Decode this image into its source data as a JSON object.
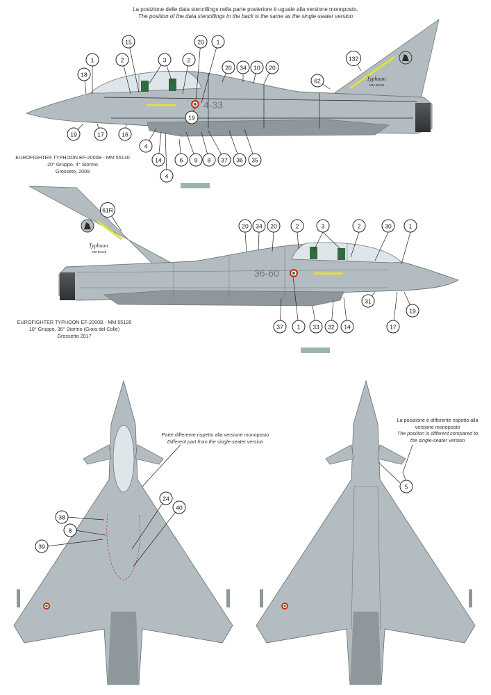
{
  "header": {
    "note_it": "La posizione delle data stencillings nella parte posteriore è uguale alla versione monoposto.",
    "note_en": "The position of the data stencillings in the back is the same as the single-seater version"
  },
  "aircraft1": {
    "caption_line1": "EUROFIGHTER TYPHOON EF-2000B - MM 55130",
    "caption_line2": "20° Gruppo, 4° Stormo",
    "caption_line3": "Grosseto, 2009",
    "code": "4-33",
    "fin_name": "Typhoon",
    "fin_serial": "MM 55130",
    "callouts": [
      {
        "id": "c1-1a",
        "label": "1"
      },
      {
        "id": "c1-18",
        "label": "18"
      },
      {
        "id": "c1-15",
        "label": "15"
      },
      {
        "id": "c1-2a",
        "label": "2"
      },
      {
        "id": "c1-3",
        "label": "3"
      },
      {
        "id": "c1-2b",
        "label": "2"
      },
      {
        "id": "c1-20a",
        "label": "20"
      },
      {
        "id": "c1-1b",
        "label": "1"
      },
      {
        "id": "c1-20b",
        "label": "20"
      },
      {
        "id": "c1-34",
        "label": "34"
      },
      {
        "id": "c1-10",
        "label": "10"
      },
      {
        "id": "c1-20c",
        "label": "20"
      },
      {
        "id": "c1-132",
        "label": "132"
      },
      {
        "id": "c1-62",
        "label": "62"
      },
      {
        "id": "c1-19a",
        "label": "19"
      },
      {
        "id": "c1-19b",
        "label": "19"
      },
      {
        "id": "c1-17",
        "label": "17"
      },
      {
        "id": "c1-16",
        "label": "16"
      },
      {
        "id": "c1-4a",
        "label": "4"
      },
      {
        "id": "c1-14",
        "label": "14"
      },
      {
        "id": "c1-6",
        "label": "6"
      },
      {
        "id": "c1-4b",
        "label": "4"
      },
      {
        "id": "c1-9",
        "label": "9"
      },
      {
        "id": "c1-8",
        "label": "8"
      },
      {
        "id": "c1-37",
        "label": "37"
      },
      {
        "id": "c1-36",
        "label": "36"
      },
      {
        "id": "c1-35",
        "label": "35"
      }
    ]
  },
  "aircraft2": {
    "caption_line1": "EUROFIGHTER TYPHOON EF-2000B - MM 55128",
    "caption_line2": "10° Gruppo, 36° Stormo (Gioia del Colle)",
    "caption_line3": "Grossetto 2017",
    "code": "36-60",
    "fin_name": "Typhoon",
    "fin_serial": "MM 55128",
    "callouts": [
      {
        "id": "c2-61r",
        "label": "61R"
      },
      {
        "id": "c2-20a",
        "label": "20"
      },
      {
        "id": "c2-34",
        "label": "34"
      },
      {
        "id": "c2-20b",
        "label": "20"
      },
      {
        "id": "c2-2a",
        "label": "2"
      },
      {
        "id": "c2-3",
        "label": "3"
      },
      {
        "id": "c2-2b",
        "label": "2"
      },
      {
        "id": "c2-30",
        "label": "30"
      },
      {
        "id": "c2-1a",
        "label": "1"
      },
      {
        "id": "c2-31",
        "label": "31"
      },
      {
        "id": "c2-19",
        "label": "19"
      },
      {
        "id": "c2-37",
        "label": "37"
      },
      {
        "id": "c2-1b",
        "label": "1"
      },
      {
        "id": "c2-33",
        "label": "33"
      },
      {
        "id": "c2-32",
        "label": "32"
      },
      {
        "id": "c2-14",
        "label": "14"
      },
      {
        "id": "c2-17",
        "label": "17"
      }
    ]
  },
  "top_view": {
    "note_it": "Parte differente rispetto alla versione monoposto",
    "note_en": "Different part from the single-seater version",
    "callouts": [
      {
        "id": "t-38",
        "label": "38"
      },
      {
        "id": "t-8",
        "label": "8"
      },
      {
        "id": "t-39",
        "label": "39"
      },
      {
        "id": "t-24",
        "label": "24"
      },
      {
        "id": "t-40",
        "label": "40"
      }
    ]
  },
  "bottom_view": {
    "note_it_1": "La posizione è differente rispetto alla",
    "note_it_2": "versione monoposto",
    "note_en_1": "The position is different compared to",
    "note_en_2": "the single-seater version",
    "callouts": [
      {
        "id": "b-5",
        "label": "5"
      }
    ]
  },
  "colors": {
    "airframe": "#b3bcc0",
    "airframe_dark": "#8e979b",
    "panel_line": "#6f777b",
    "canopy": "#dfe6ea",
    "roundel_red": "#d22a1e",
    "roundel_green": "#2e8b3a",
    "yellow_stripe": "#e1e13a"
  }
}
